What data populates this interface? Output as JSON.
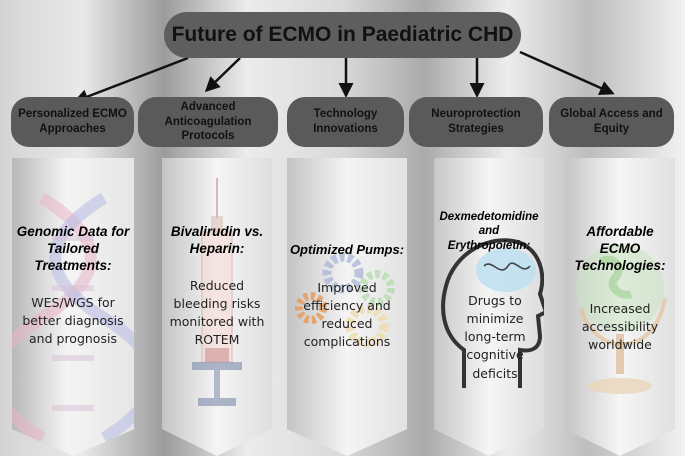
{
  "title": "Future of ECMO in Paediatric CHD",
  "categories": [
    {
      "label": "Personalized ECMO Approaches"
    },
    {
      "label": "Advanced Anticoagulation Protocols"
    },
    {
      "label": "Technology Innovations"
    },
    {
      "label": "Neuroprotection Strategies"
    },
    {
      "label": "Global Access and Equity"
    }
  ],
  "columns": [
    {
      "heading": "Genomic Data for Tailored Treatments:",
      "body": "WES/WGS for better diagnosis and prognosis",
      "illustration": "dna-helix-icon"
    },
    {
      "heading": "Bivalirudin vs. Heparin:",
      "body": "Reduced bleeding risks monitored with ROTEM",
      "illustration": "syringe-icon"
    },
    {
      "heading": "Optimized  Pumps:",
      "body": "Improved efficiency and reduced complications",
      "illustration": "gears-icon"
    },
    {
      "heading": "Dexmedetomidine and Erythropoietin:",
      "body": "Drugs to minimize long-term cognitive deficits",
      "illustration": "head-brain-icon"
    },
    {
      "heading": "Affordable ECMO Technologies:",
      "body": "Increased accessibility worldwide",
      "illustration": "globe-icon"
    }
  ],
  "colors": {
    "title_box": "#5e5e5e",
    "category_box": "#5a5a5a",
    "arrow": "#111111",
    "column_bg": "#f5f5f5"
  }
}
